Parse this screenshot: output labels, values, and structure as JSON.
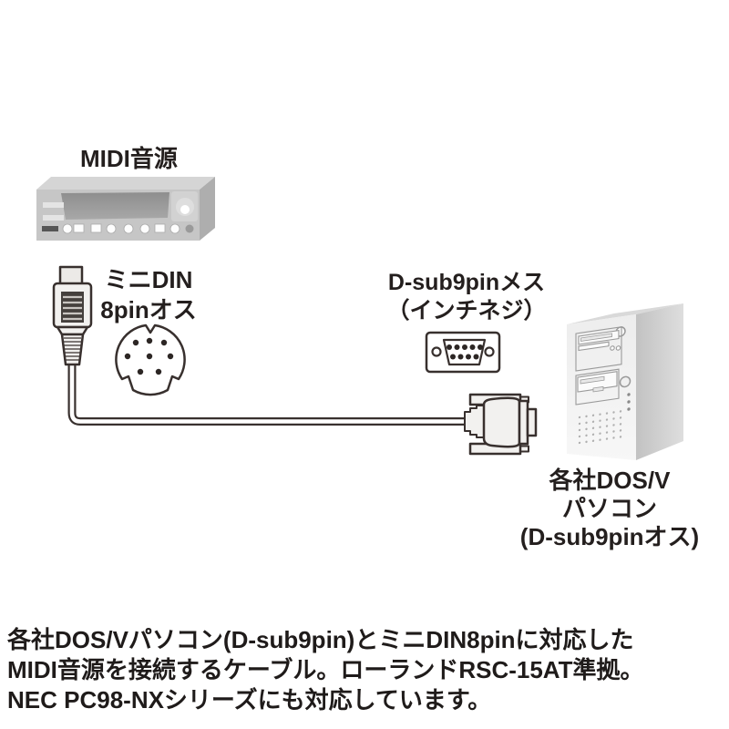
{
  "diagram": {
    "midi_label": "MIDI音源",
    "minidin": {
      "line1": "ミニDIN",
      "line2": "8pinオス"
    },
    "dsub": {
      "line1": "D-sub9pinメス",
      "line2": "（インチネジ）"
    },
    "pc": {
      "line1": "各社DOS/V",
      "line2": "パソコン",
      "line3": "(D-sub9pinオス)"
    }
  },
  "description": {
    "lines": [
      "各社DOS/Vパソコン(D-sub9pin)とミニDIN8pinに対応した",
      "MIDI音源を接続するケーブル。ローランドRSC-15AT準拠。",
      "NEC PC98-NXシリーズにも対応しています。"
    ]
  },
  "colors": {
    "background": "#ffffff",
    "line_art_outline": "#38302e",
    "connector_fill": "#f2f1ef",
    "text": "#1f1b1a",
    "device_gray": "#c6c6c6",
    "tower_gray": "#efefef"
  }
}
